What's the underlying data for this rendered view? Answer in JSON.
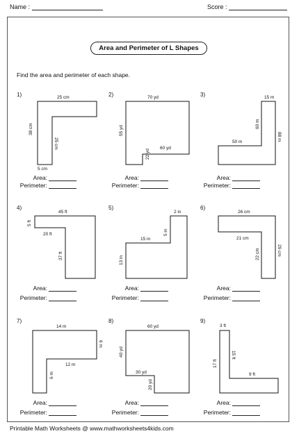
{
  "header": {
    "name_label": "Name :",
    "score_label": "Score :"
  },
  "title": "Area and Perimeter of L Shapes",
  "instructions": "Find the area and perimeter of each shape.",
  "field_labels": {
    "area": "Area:",
    "perimeter": "Perimeter:"
  },
  "footer": "Printable Math Worksheets @ www.mathworksheets4kids.com",
  "problems": [
    {
      "number": "1)",
      "labels": [
        "25 cm",
        "38 cm",
        "25 cm",
        "5 cm"
      ]
    },
    {
      "number": "2)",
      "labels": [
        "70 yd",
        "55 yd",
        "22 yd",
        "60 yd"
      ]
    },
    {
      "number": "3)",
      "labels": [
        "15 m",
        "60 m",
        "88 m",
        "50 m"
      ]
    },
    {
      "number": "4)",
      "labels": [
        "45 ft",
        "5 ft",
        "20 ft",
        "37 ft"
      ]
    },
    {
      "number": "5)",
      "labels": [
        "2 in",
        "5 in",
        "15 in",
        "13 in"
      ]
    },
    {
      "number": "6)",
      "labels": [
        "26 cm",
        "21 cm",
        "22 cm",
        "29 cm"
      ]
    },
    {
      "number": "7)",
      "labels": [
        "14 m",
        "6 m",
        "12 m",
        "6 m"
      ]
    },
    {
      "number": "8)",
      "labels": [
        "60 yd",
        "40 yd",
        "30 yd",
        "20 yd"
      ]
    },
    {
      "number": "9)",
      "labels": [
        "3 ft",
        "15 ft",
        "17 ft",
        "9 ft"
      ]
    }
  ]
}
